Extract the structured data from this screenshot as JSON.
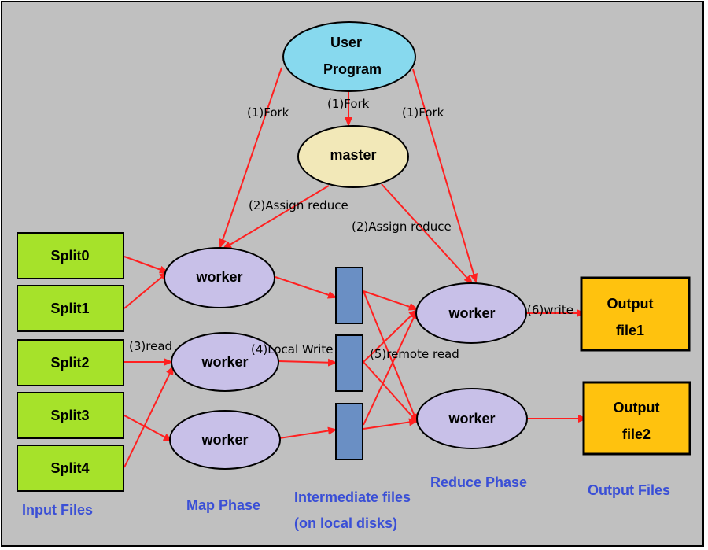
{
  "colors": {
    "background": "#c0c0c0",
    "user_program": "#87d9ee",
    "master": "#f2e8b8",
    "worker": "#c8c0e8",
    "split": "#a6e22a",
    "output": "#ffc20e",
    "intermediate": "#6a8fc4",
    "arrow": "#ff2020",
    "phase_text": "#3a4fd6"
  },
  "user_program": {
    "line1": "User",
    "line2": "Program"
  },
  "master": {
    "label": "master"
  },
  "splits": [
    "Split0",
    "Split1",
    "Split2",
    "Split3",
    "Split4"
  ],
  "map_workers": [
    "worker",
    "worker",
    "worker"
  ],
  "reduce_workers": [
    "worker",
    "worker"
  ],
  "outputs": [
    {
      "line1": "Output",
      "line2": "file1"
    },
    {
      "line1": "Output",
      "line2": "file2"
    }
  ],
  "edge_labels": {
    "fork_left": "(1)Fork",
    "fork_center": "(1)Fork",
    "fork_right": "(1)Fork",
    "assign_left": "(2)Assign reduce",
    "assign_right": "(2)Assign reduce",
    "read": "(3)read",
    "local_write": "(4)Local Write",
    "remote_read": "(5)remote read",
    "write": "(6)write"
  },
  "phases": {
    "input": "Input Files",
    "map": "Map Phase",
    "intermediate_line1": "Intermediate files",
    "intermediate_line2": "(on local disks)",
    "reduce": "Reduce Phase",
    "output": "Output Files"
  }
}
